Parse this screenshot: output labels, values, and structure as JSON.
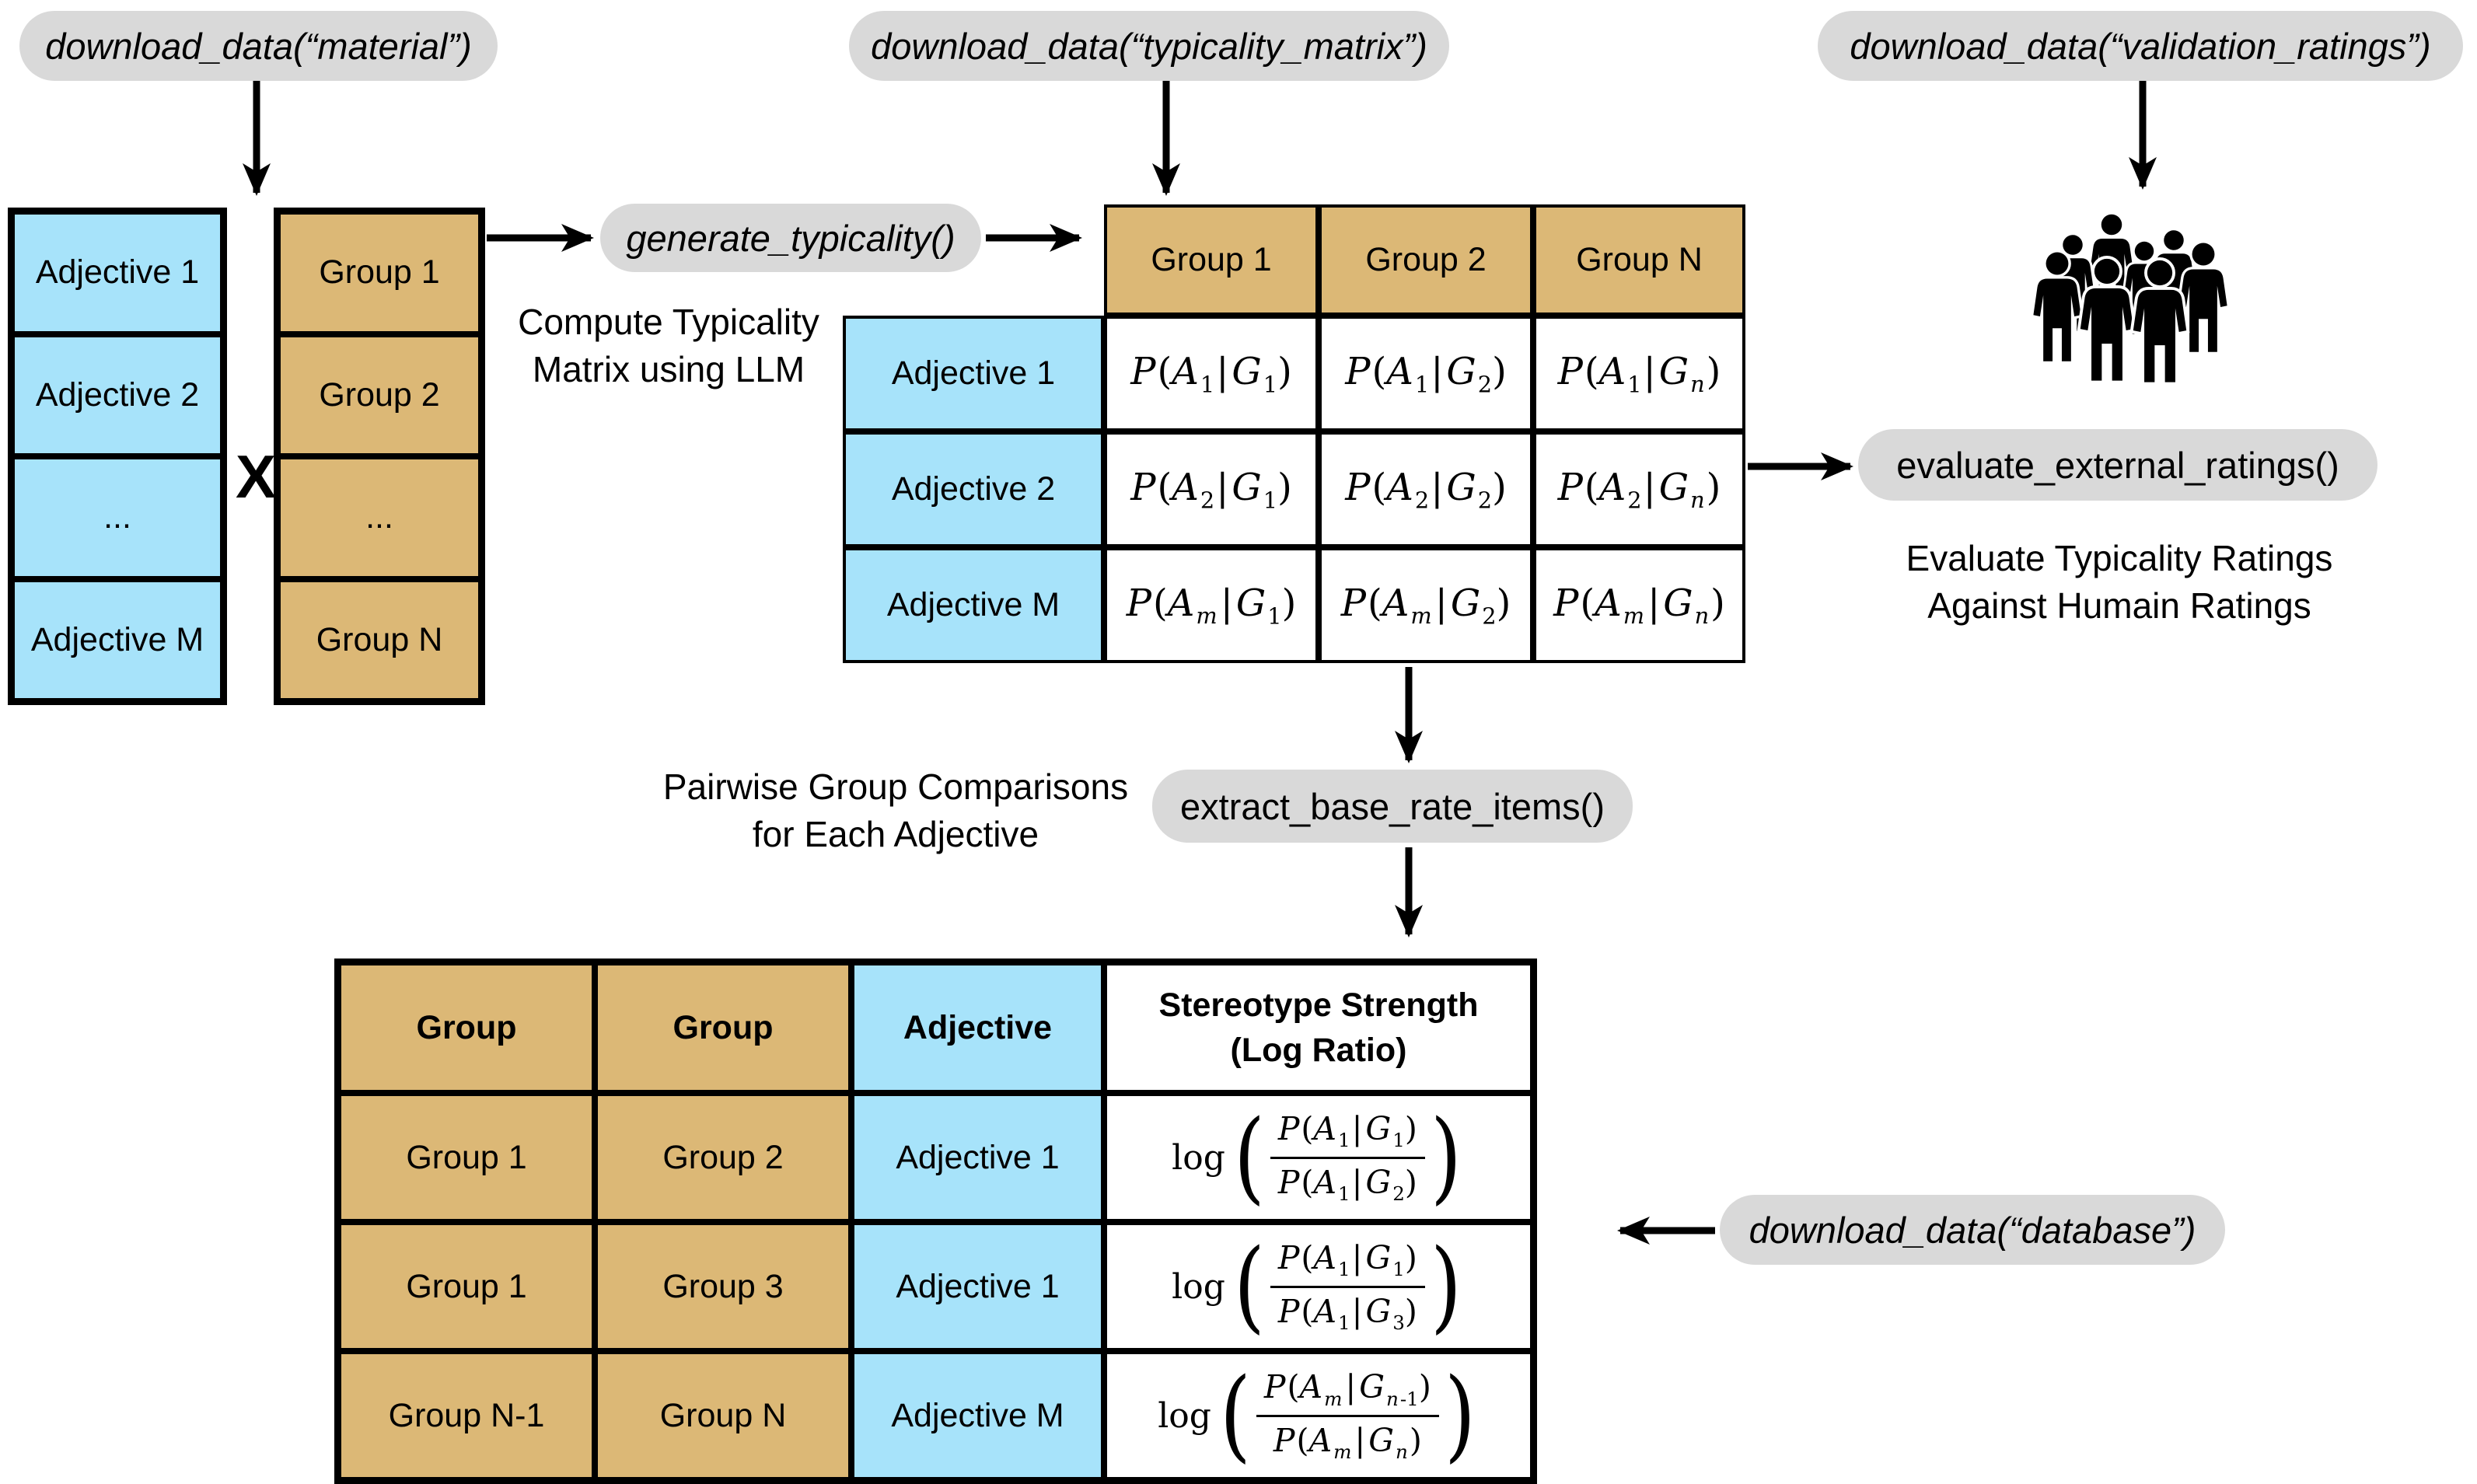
{
  "colors": {
    "blue": "#a7e3fa",
    "tan": "#dcb876",
    "pill_gray": "#d9d9d9",
    "line": "#000000"
  },
  "pills": {
    "material": "download_data(“material”)",
    "typicality_matrix": "download_data(“typicality_matrix”)",
    "validation_ratings": "download_data(“validation_ratings”)",
    "generate_typicality": "generate_typicality()",
    "evaluate_external_ratings": "evaluate_external_ratings()",
    "extract_base_rate_items": "extract_base_rate_items()",
    "database": "download_data(“database”)"
  },
  "captions": {
    "compute_line1": "Compute Typicality",
    "compute_line2": "Matrix using LLM",
    "pairwise_line1": "Pairwise Group Comparisons",
    "pairwise_line2": "for Each Adjective",
    "evaluate_line1": "Evaluate Typicality Ratings",
    "evaluate_line2": "Against Humain Ratings"
  },
  "operator": "X",
  "math": {
    "log": "log",
    "open_paren": "(",
    "close_paren": ")"
  },
  "adjective_table": {
    "rows": [
      "Adjective 1",
      "Adjective 2",
      "...",
      "Adjective M"
    ]
  },
  "group_table": {
    "rows": [
      "Group 1",
      "Group 2",
      "...",
      "Group N"
    ]
  },
  "typicality_matrix": {
    "col_headers": [
      "Group 1",
      "Group 2",
      "Group N"
    ],
    "row_labels": [
      "Adjective 1",
      "Adjective 2",
      "Adjective M"
    ],
    "cells": [
      [
        "P(A_1|G_1)",
        "P(A_1|G_2)",
        "P(A_1|G_n)"
      ],
      [
        "P(A_2|G_1)",
        "P(A_2|G_2)",
        "P(A_2|G_n)"
      ],
      [
        "P(A_m|G_1)",
        "P(A_m|G_2)",
        "P(A_m|G_n)"
      ]
    ]
  },
  "base_rate_table": {
    "headers": [
      "Group",
      "Group",
      "Adjective",
      "Stereotype Strength",
      "(Log Ratio)"
    ],
    "rows": [
      {
        "group_a": "Group 1",
        "group_b": "Group 2",
        "adjective": "Adjective 1",
        "numerator": "P(A_1|G_1)",
        "denominator": "P(A_1|G_2)"
      },
      {
        "group_a": "Group 1",
        "group_b": "Group 3",
        "adjective": "Adjective 1",
        "numerator": "P(A_1|G_1)",
        "denominator": "P(A_1|G_3)"
      },
      {
        "group_a": "Group N-1",
        "group_b": "Group N",
        "adjective": "Adjective M",
        "numerator": "P(A_m|G_{n-1})",
        "denominator": "P(A_m|G_n)"
      }
    ]
  },
  "icons": {
    "crowd": "group-of-people"
  }
}
